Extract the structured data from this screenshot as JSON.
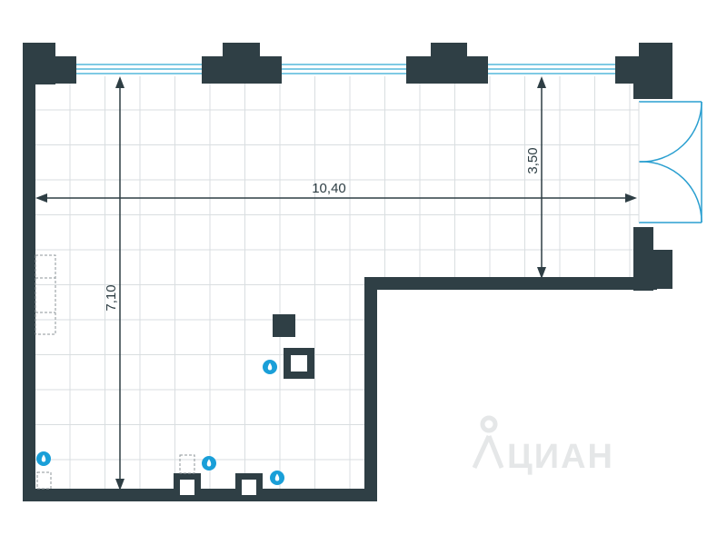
{
  "plan": {
    "colors": {
      "wall": "#2f3f45",
      "grid": "#d9dee0",
      "window": "#55b8dc",
      "door": "#2a9fd0",
      "water_badge": "#1a9fd8",
      "dimension": "#2e3e44",
      "fixture_dashed": "#8c9599",
      "watermark": "#e5e7e8"
    },
    "dimensions": {
      "width_label": "10,40",
      "height_label": "7,10",
      "side_label": "3,50"
    },
    "icons": {
      "water_point": "water-drop-icon",
      "column": "column-icon",
      "door": "double-door-icon",
      "window": "window-icon",
      "logo": "cian-logo"
    },
    "watermark": {
      "text": "ЦИАН"
    }
  }
}
